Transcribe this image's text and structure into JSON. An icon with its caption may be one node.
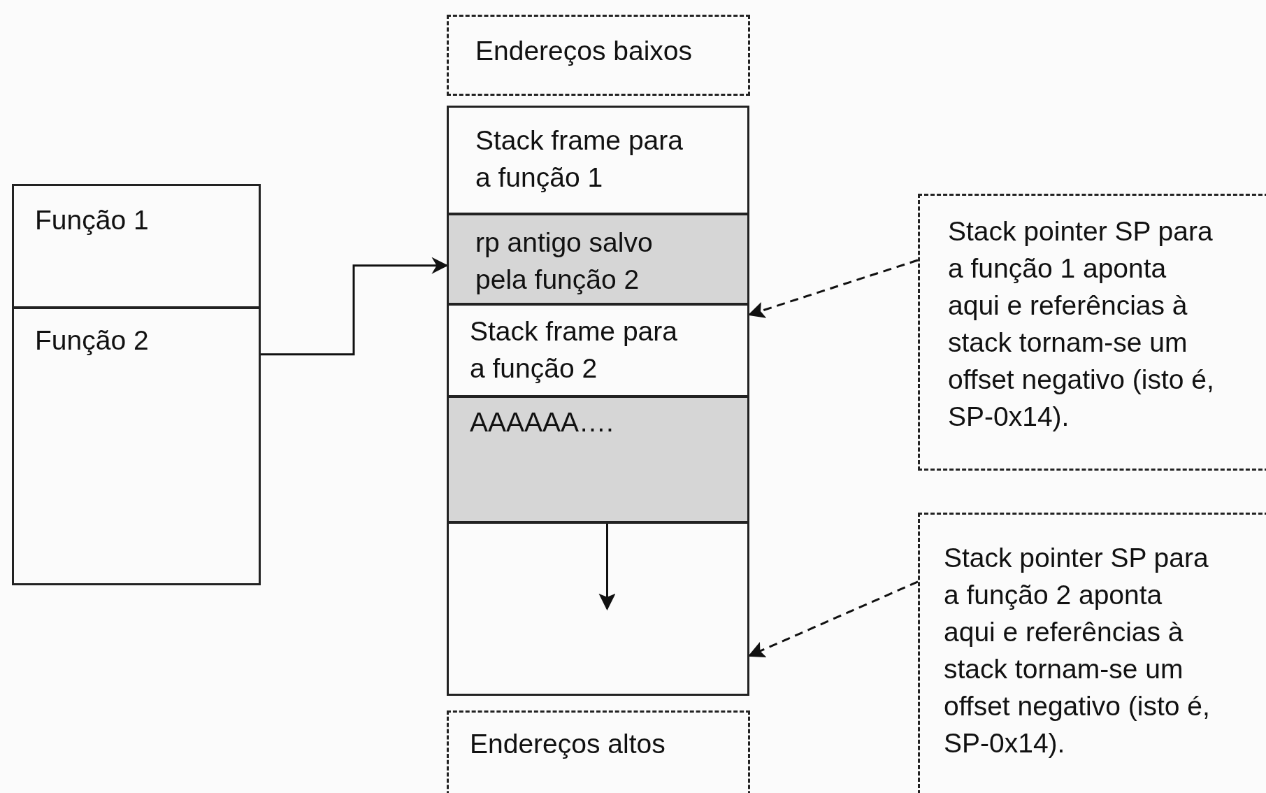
{
  "diagram": {
    "nodes": [
      {
        "text": [
          "Função 1"
        ]
      },
      {
        "text": [
          "Função 2"
        ]
      },
      {
        "text": [
          "Endereços baixos"
        ]
      },
      {
        "text": [
          "Stack frame para a função 1"
        ]
      },
      {
        "text": [
          "rp antigo salvo pela função 2"
        ]
      },
      {
        "text": [
          "Stack frame para a função 2"
        ]
      },
      {
        "text": [
          "AAAAAA…."
        ]
      },
      {
        "text": [],
        "shape": "box"
      },
      {
        "text": [
          "Endereços altos"
        ]
      },
      {
        "text": [
          "Stack pointer SP para a função 1 aponta aqui e referências à stack tornam-se um offset negativo (isto é, SP-0x14)."
        ]
      },
      {
        "text": [
          "Stack pointer SP para a função 2 aponta aqui e referências à stack tornam-se um offset negativo (isto é, SP-0x14)."
        ]
      }
    ],
    "edges": [
      {
        "from": 1,
        "to": 4,
        "arrow": "to"
      },
      {
        "from": 9,
        "to": 5,
        "arrow": "to",
        "style": "dashed"
      },
      {
        "from": 10,
        "to": 7,
        "arrow": "to",
        "style": "dashed"
      },
      {
        "from": 6,
        "to": 7,
        "arrow": "to"
      }
    ]
  }
}
